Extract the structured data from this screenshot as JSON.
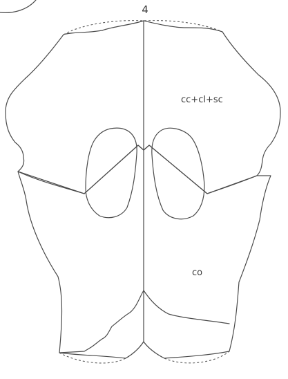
{
  "figure": {
    "number": "4",
    "labels": {
      "upper_region": "cc+cl+sc",
      "lower_region": "co"
    }
  }
}
